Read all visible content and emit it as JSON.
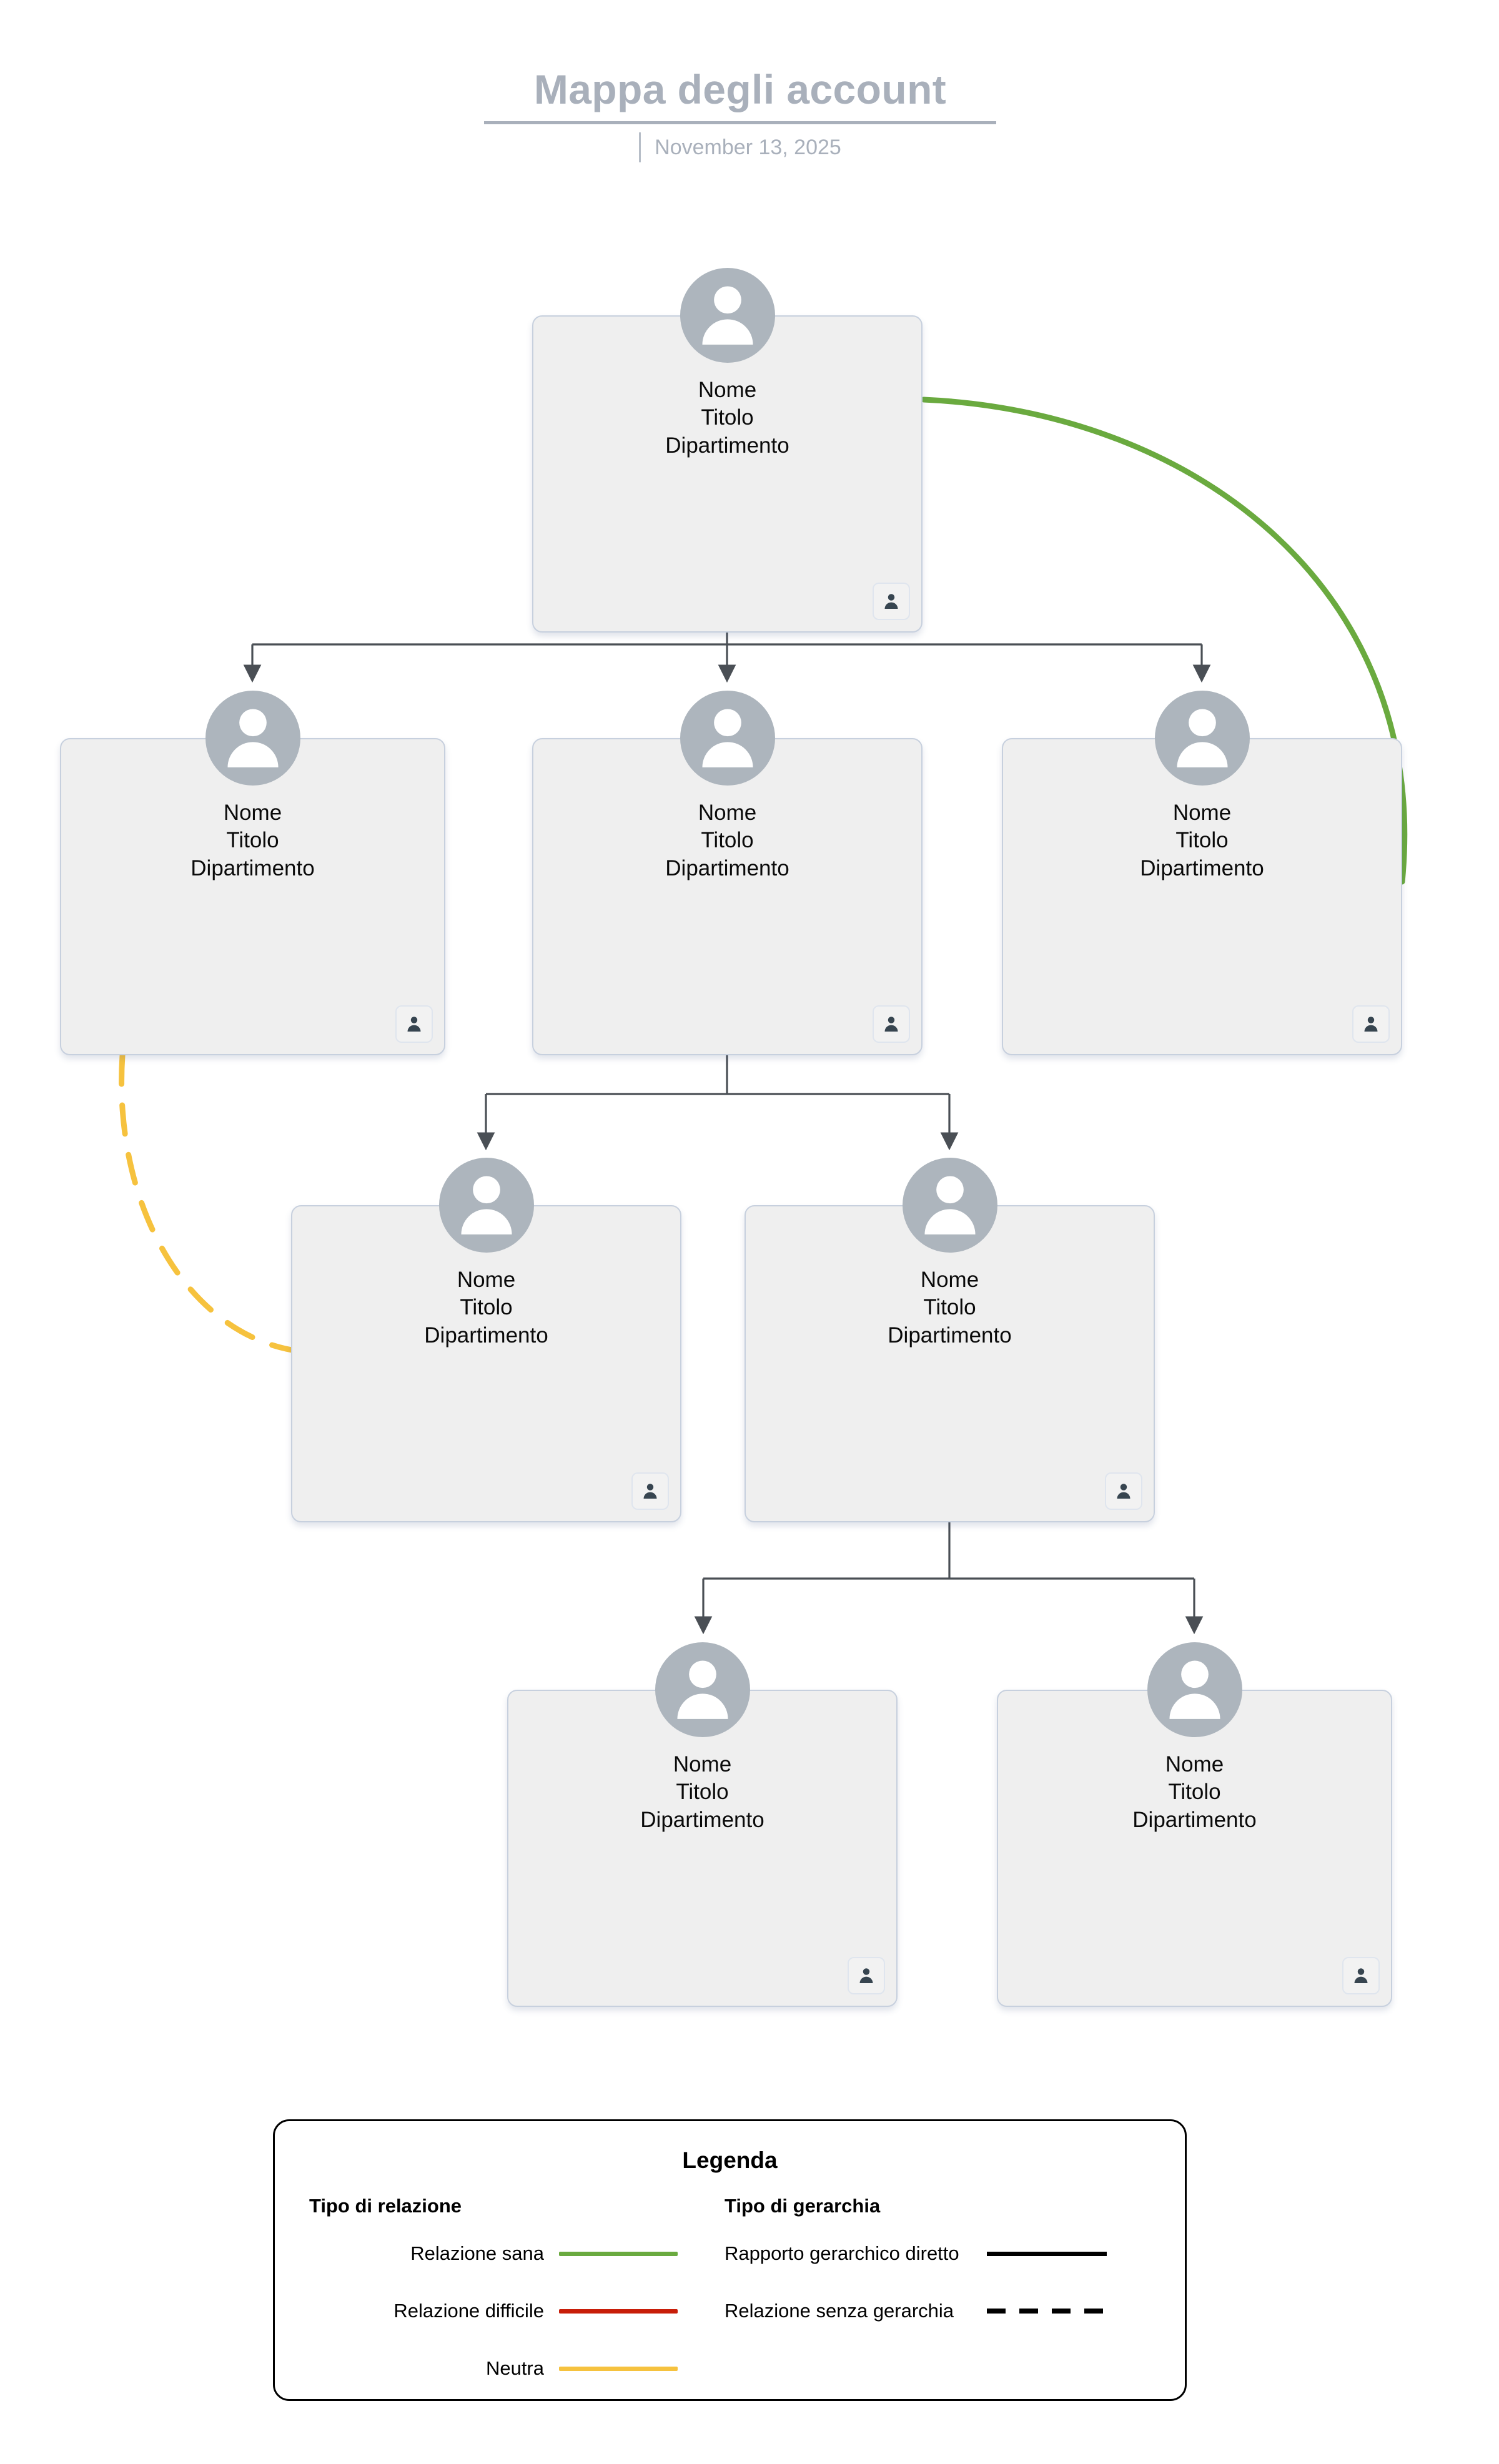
{
  "header": {
    "title": "Mappa degli account",
    "date": "November 13, 2025"
  },
  "node_fields": {
    "name": "Nome",
    "title": "Titolo",
    "department": "Dipartimento"
  },
  "nodes": [
    {
      "id": "n1",
      "level": 1,
      "name": "Nome",
      "title": "Titolo",
      "department": "Dipartimento"
    },
    {
      "id": "n2",
      "level": 2,
      "name": "Nome",
      "title": "Titolo",
      "department": "Dipartimento"
    },
    {
      "id": "n3",
      "level": 2,
      "name": "Nome",
      "title": "Titolo",
      "department": "Dipartimento"
    },
    {
      "id": "n4",
      "level": 2,
      "name": "Nome",
      "title": "Titolo",
      "department": "Dipartimento"
    },
    {
      "id": "n5",
      "level": 3,
      "name": "Nome",
      "title": "Titolo",
      "department": "Dipartimento"
    },
    {
      "id": "n6",
      "level": 3,
      "name": "Nome",
      "title": "Titolo",
      "department": "Dipartimento"
    },
    {
      "id": "n7",
      "level": 4,
      "name": "Nome",
      "title": "Titolo",
      "department": "Dipartimento"
    },
    {
      "id": "n8",
      "level": 4,
      "name": "Nome",
      "title": "Titolo",
      "department": "Dipartimento"
    }
  ],
  "edges": [
    {
      "from": "n1",
      "to": "n2",
      "hierarchy": "direct",
      "relationship": "none"
    },
    {
      "from": "n1",
      "to": "n3",
      "hierarchy": "direct",
      "relationship": "none"
    },
    {
      "from": "n1",
      "to": "n4",
      "hierarchy": "direct",
      "relationship": "none"
    },
    {
      "from": "n3",
      "to": "n5",
      "hierarchy": "direct",
      "relationship": "none"
    },
    {
      "from": "n3",
      "to": "n6",
      "hierarchy": "direct",
      "relationship": "none"
    },
    {
      "from": "n6",
      "to": "n7",
      "hierarchy": "direct",
      "relationship": "none"
    },
    {
      "from": "n6",
      "to": "n8",
      "hierarchy": "direct",
      "relationship": "none"
    },
    {
      "from": "n1",
      "to": "n4",
      "hierarchy": "none",
      "relationship": "healthy"
    },
    {
      "from": "n2",
      "to": "n5",
      "hierarchy": "none",
      "relationship": "neutral"
    }
  ],
  "legend": {
    "title": "Legenda",
    "relationship": {
      "heading": "Tipo di relazione",
      "items": [
        {
          "label": "Relazione sana",
          "color": "#6aaa3f"
        },
        {
          "label": "Relazione difficile",
          "color": "#c81e09"
        },
        {
          "label": "Neutra",
          "color": "#f6c23e"
        }
      ]
    },
    "hierarchy": {
      "heading": "Tipo di gerarchia",
      "items": [
        {
          "label": "Rapporto gerarchico diretto",
          "style": "solid",
          "color": "#000000"
        },
        {
          "label": "Relazione senza gerarchia",
          "style": "dashed",
          "color": "#000000"
        }
      ]
    }
  },
  "colors": {
    "card_fill": "#efefef",
    "card_border": "#c7d0de",
    "avatar": "#adb5bd",
    "badge_icon": "#374550",
    "connector": "#4a4f55",
    "title_gray": "#a9b0bb",
    "healthy": "#6aaa3f",
    "difficult": "#c81e09",
    "neutral": "#f6c23e"
  }
}
